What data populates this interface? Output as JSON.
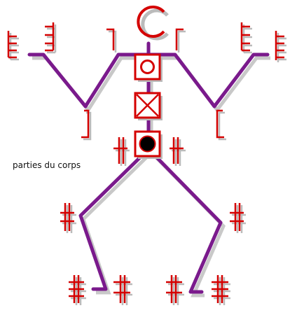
{
  "caption": "parties du corps",
  "colors": {
    "limb": "#7a1a8c",
    "glyph": "#d40000",
    "shadow": "#b8b8b8",
    "dot": "#000000",
    "background": "#ffffff"
  },
  "parts": {
    "head": "head-glyph",
    "body_boxes": [
      "circle-box",
      "x-box",
      "dot-box"
    ],
    "arms": [
      "left-arm",
      "right-arm"
    ],
    "legs": [
      "left-leg",
      "right-leg"
    ]
  }
}
